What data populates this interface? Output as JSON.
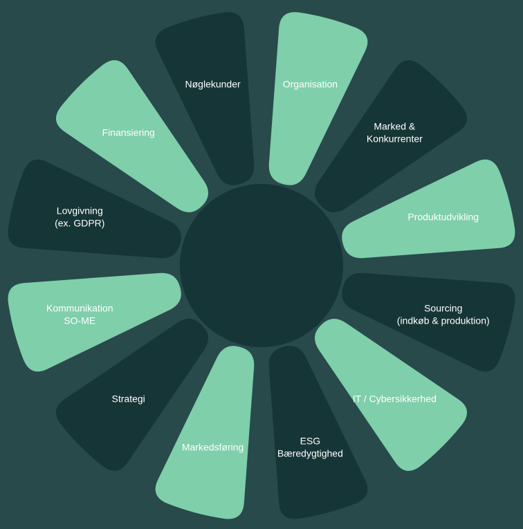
{
  "colors": {
    "background": "#284a4b",
    "light_segment": "#7fcfaa",
    "dark_segment": "#163536",
    "center": "#163536",
    "text": "#ffffff"
  },
  "segments": [
    {
      "lines": [
        "Organisation"
      ],
      "tone": "light"
    },
    {
      "lines": [
        "Marked &",
        "Konkurrenter"
      ],
      "tone": "dark"
    },
    {
      "lines": [
        "Produktudvikling"
      ],
      "tone": "light"
    },
    {
      "lines": [
        "Sourcing",
        "(indkøb & produktion)"
      ],
      "tone": "dark"
    },
    {
      "lines": [
        "IT / Cybersikkerhed"
      ],
      "tone": "light"
    },
    {
      "lines": [
        "ESG",
        "Bæredygtighed"
      ],
      "tone": "dark"
    },
    {
      "lines": [
        "Markedsføring"
      ],
      "tone": "light"
    },
    {
      "lines": [
        "Strategi"
      ],
      "tone": "dark"
    },
    {
      "lines": [
        "Kommunikation",
        "SO-ME"
      ],
      "tone": "light"
    },
    {
      "lines": [
        "Lovgivning",
        "(ex. GDPR)"
      ],
      "tone": "dark"
    },
    {
      "lines": [
        "Finansiering"
      ],
      "tone": "light"
    },
    {
      "lines": [
        "Nøglekunder"
      ],
      "tone": "dark"
    }
  ]
}
